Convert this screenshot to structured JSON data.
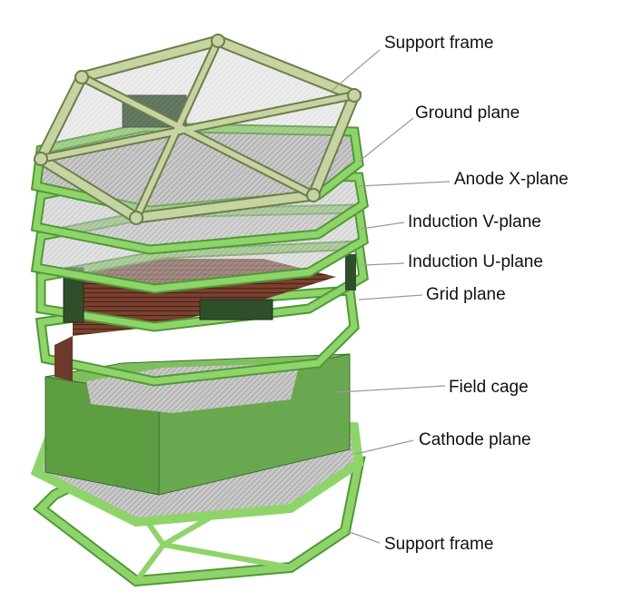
{
  "labels": {
    "support_frame_top": "Support frame",
    "ground_plane": "Ground plane",
    "anode_x_plane": "Anode X-plane",
    "induction_v_plane": "Induction V-plane",
    "induction_u_plane": "Induction U-plane",
    "grid_plane": "Grid plane",
    "field_cage": "Field cage",
    "cathode_plane": "Cathode plane",
    "support_frame_bottom": "Support frame"
  },
  "colors": {
    "frame_green": "#8fd46a",
    "frame_green_dark": "#4f9a35",
    "support_frame_top": "#c6d3a2",
    "field_cage_green": "#6aa84f",
    "mesh_gray": "#bdbdbd",
    "copper": "#6b3a2a",
    "leader_line": "#9a9a9a"
  }
}
